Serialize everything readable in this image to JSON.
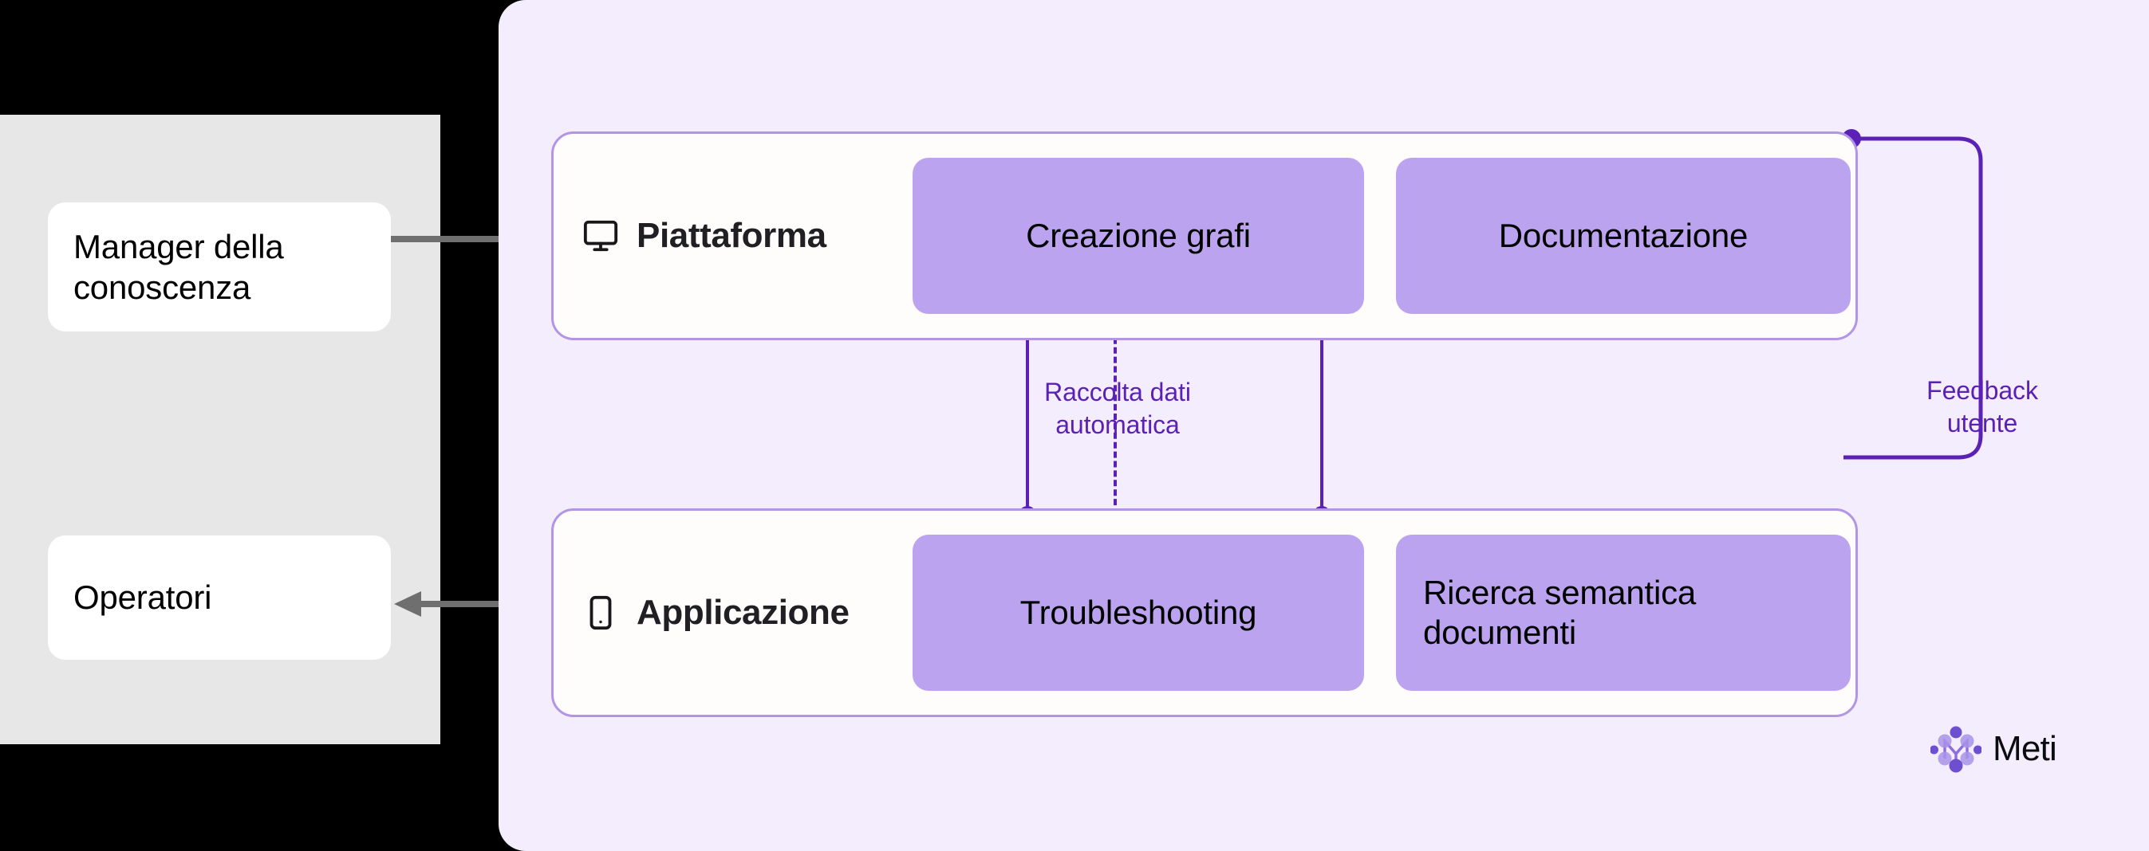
{
  "theme": {
    "canvas_bg": "#f3edfd",
    "actors_bg": "#e7e7e7",
    "outer_bg": "#000000",
    "card_bg": "#fffdfb",
    "card_border": "#b295e4",
    "chip_bg": "#bba3ef",
    "accent": "#5b21b6",
    "arrow_gray": "#6f6f6f"
  },
  "actors": [
    {
      "id": "manager",
      "label": "Manager della conoscenza",
      "icon": "person-icon"
    },
    {
      "id": "operatori",
      "label": "Operatori",
      "icon": "person-icon"
    }
  ],
  "arrows": [
    {
      "id": "manager-to-platform",
      "direction": "right",
      "from": "Manager della conoscenza",
      "to": "Piattaforma"
    },
    {
      "id": "app-to-operatori",
      "direction": "left",
      "from": "Applicazione",
      "to": "Operatori"
    }
  ],
  "layers": [
    {
      "id": "platform",
      "label": "Piattaforma",
      "icon": "monitor-icon",
      "chips": [
        {
          "id": "creazione-grafi",
          "label": "Creazione grafi"
        },
        {
          "id": "documentazione",
          "label": "Documentazione"
        }
      ]
    },
    {
      "id": "application",
      "label": "Applicazione",
      "icon": "smartphone-icon",
      "chips": [
        {
          "id": "troubleshooting",
          "label": "Troubleshooting"
        },
        {
          "id": "ricerca-semantica",
          "label": "Ricerca semantica documenti"
        }
      ]
    }
  ],
  "connections": [
    {
      "id": "grafi-to-troubleshooting",
      "style": "solid",
      "from": "Creazione grafi",
      "to": "Troubleshooting",
      "label": ""
    },
    {
      "id": "raccolta-dati",
      "style": "dashed",
      "from": "Piattaforma",
      "to": "Applicazione",
      "label": "Raccolta dati automatica"
    },
    {
      "id": "documentazione-to-ricerca",
      "style": "solid",
      "from": "Documentazione",
      "to": "Ricerca semantica documenti",
      "label": ""
    },
    {
      "id": "feedback",
      "style": "solid",
      "from": "Documentazione",
      "to": "Applicazione",
      "label": "Feedback utente"
    }
  ],
  "edge_labels": {
    "raccolta_line1": "Raccolta dati",
    "raccolta_line2": "automatica",
    "feedback_line1": "Feedback",
    "feedback_line2": "utente"
  },
  "brand": {
    "name": "Meti",
    "mark": "meti-node-logo-icon"
  }
}
